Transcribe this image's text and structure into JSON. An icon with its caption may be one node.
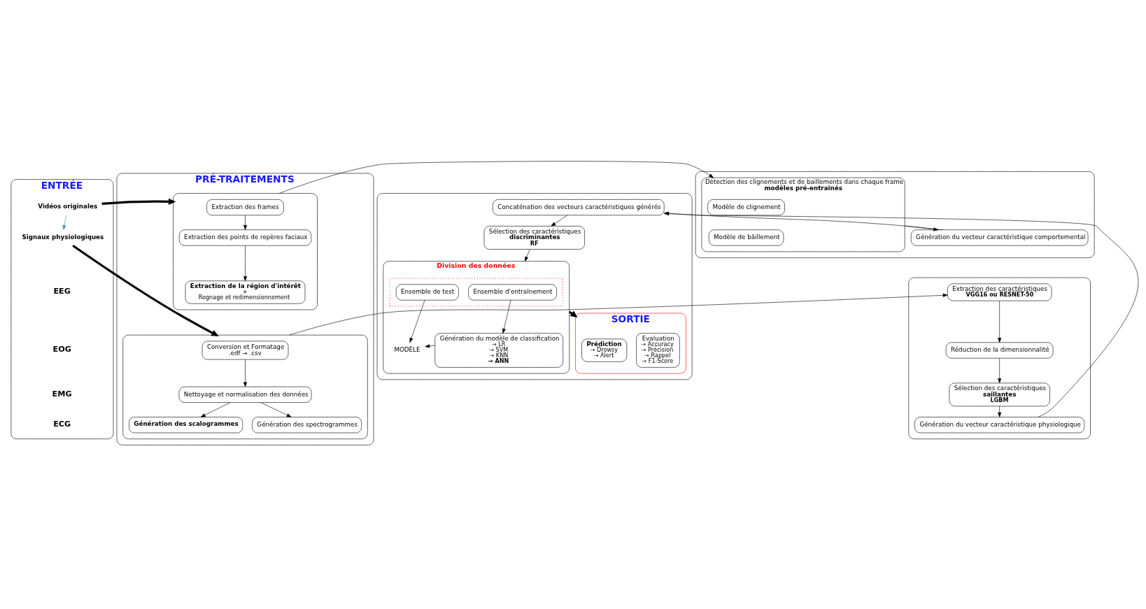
{
  "diagram": {
    "nodes": [
      {
        "text": [
          "ENTRÉE"
        ]
      },
      {
        "text": [
          "Vidéos originales"
        ],
        "in": 0
      },
      {
        "text": [
          "Signaux physiologiques"
        ],
        "in": 0
      },
      {
        "text": [
          "PRÉ-TRAITEMENTS"
        ]
      },
      {
        "text": [],
        "shape": "box",
        "in": 3
      },
      {
        "text": [
          "Extraction des frames"
        ],
        "in": 4
      },
      {
        "text": [
          "Extraction des points de repères faciaux"
        ],
        "in": 4
      },
      {
        "text": [
          "Extraction de la région d'intérêt",
          "+",
          "Rognage et redimensionnement"
        ],
        "in": 4
      },
      {
        "text": [],
        "shape": "box",
        "in": 3
      },
      {
        "text": [
          "Conversion et Formatage",
          ".edf → .csv"
        ],
        "in": 8
      },
      {
        "text": [
          "Nettoyage et normalisation des données"
        ],
        "in": 8
      },
      {
        "text": [
          "Génération des scalogrammes"
        ],
        "in": 8
      },
      {
        "text": [
          "Génération des spectrogrammes"
        ],
        "in": 8
      },
      {
        "text": [],
        "shape": "box"
      },
      {
        "text": [
          "Détection des clignements et de baillements dans chaque frame",
          "modèles pré-entraînés"
        ],
        "in": 13
      },
      {
        "text": [
          "Modèle de clignement"
        ],
        "in": 14
      },
      {
        "text": [
          "Modèle de bâillement"
        ],
        "in": 14
      },
      {
        "text": [
          "Génération du vecteur caractéristique comportemental"
        ],
        "in": 13
      },
      {
        "text": [],
        "shape": "box"
      },
      {
        "text": [
          "Extraction des caractéristiques",
          "VGG16 ou RESNET-50"
        ],
        "in": 18
      },
      {
        "text": [
          "Réduction de la dimensionnalité"
        ],
        "in": 18
      },
      {
        "text": [
          "Sélection des caractéristiques",
          "saillantes",
          "LGBM"
        ],
        "in": 18
      },
      {
        "text": [
          "Génération du vecteur caractéristique physiologique"
        ],
        "in": 18
      },
      {
        "text": [],
        "shape": "box"
      },
      {
        "text": [
          "Concaténation des vecteurs caractéristiques générés"
        ],
        "in": 23
      },
      {
        "text": [
          "Sélection des caractéristiques",
          "discriminantes",
          "RF"
        ],
        "in": 23
      },
      {
        "text": [
          "Division des données"
        ],
        "in": 23
      },
      {
        "text": [],
        "shape": "box",
        "in": 26
      },
      {
        "text": [
          "Ensemble d'entraînement"
        ],
        "in": 27
      },
      {
        "text": [
          "Ensemble de test"
        ],
        "in": 27
      },
      {
        "text": [
          "Génération du modèle de classification",
          "→ LR",
          "→ SVM",
          "→ KNN",
          "→ ANN"
        ],
        "in": 26
      },
      {
        "text": [
          "MODÈLE"
        ],
        "in": 26
      },
      {
        "text": [
          "SORTIE"
        ],
        "in": 23
      },
      {
        "text": [
          "Prédiction",
          "→ Drowsy",
          "→ Alert"
        ],
        "in": 32
      },
      {
        "text": [
          "Evaluation",
          "→ Accuracy",
          "→ Précision",
          "→ Rappel",
          "→ F1-Score"
        ],
        "in": 32
      }
    ],
    "edges": [
      {
        "from": 1,
        "to": 2,
        "arrow": "to",
        "color": "#4a90a4"
      },
      {
        "from": 1,
        "to": 4,
        "arrow": "to",
        "style": "thick"
      },
      {
        "from": 2,
        "to": 8,
        "arrow": "to",
        "style": "thick"
      },
      {
        "from": 5,
        "to": 6,
        "arrow": "to"
      },
      {
        "from": 6,
        "to": 7,
        "arrow": "to"
      },
      {
        "from": 4,
        "to": 14,
        "arrow": "to"
      },
      {
        "from": 9,
        "to": 10,
        "arrow": "to"
      },
      {
        "from": 10,
        "to": 11,
        "arrow": "to"
      },
      {
        "from": 10,
        "to": 12,
        "arrow": "to"
      },
      {
        "from": 8,
        "to": 19,
        "arrow": "to"
      },
      {
        "from": 14,
        "to": 17,
        "arrow": "to"
      },
      {
        "from": 19,
        "to": 20,
        "arrow": "to"
      },
      {
        "from": 20,
        "to": 21,
        "arrow": "to"
      },
      {
        "from": 21,
        "to": 22,
        "arrow": "to"
      },
      {
        "from": 17,
        "to": 24,
        "arrow": "to"
      },
      {
        "from": 22,
        "to": 24,
        "arrow": "to"
      },
      {
        "from": 24,
        "to": 25,
        "arrow": "to"
      },
      {
        "from": 25,
        "to": 26,
        "arrow": "to"
      },
      {
        "from": 28,
        "to": 30,
        "arrow": "to"
      },
      {
        "from": 29,
        "to": 31,
        "arrow": "to"
      },
      {
        "from": 30,
        "to": 31,
        "arrow": "to"
      },
      {
        "from": 26,
        "to": 32,
        "arrow": "to",
        "style": "thick"
      }
    ],
    "labels": [
      "EEG",
      "EOG",
      "EMG",
      "ECG"
    ]
  }
}
